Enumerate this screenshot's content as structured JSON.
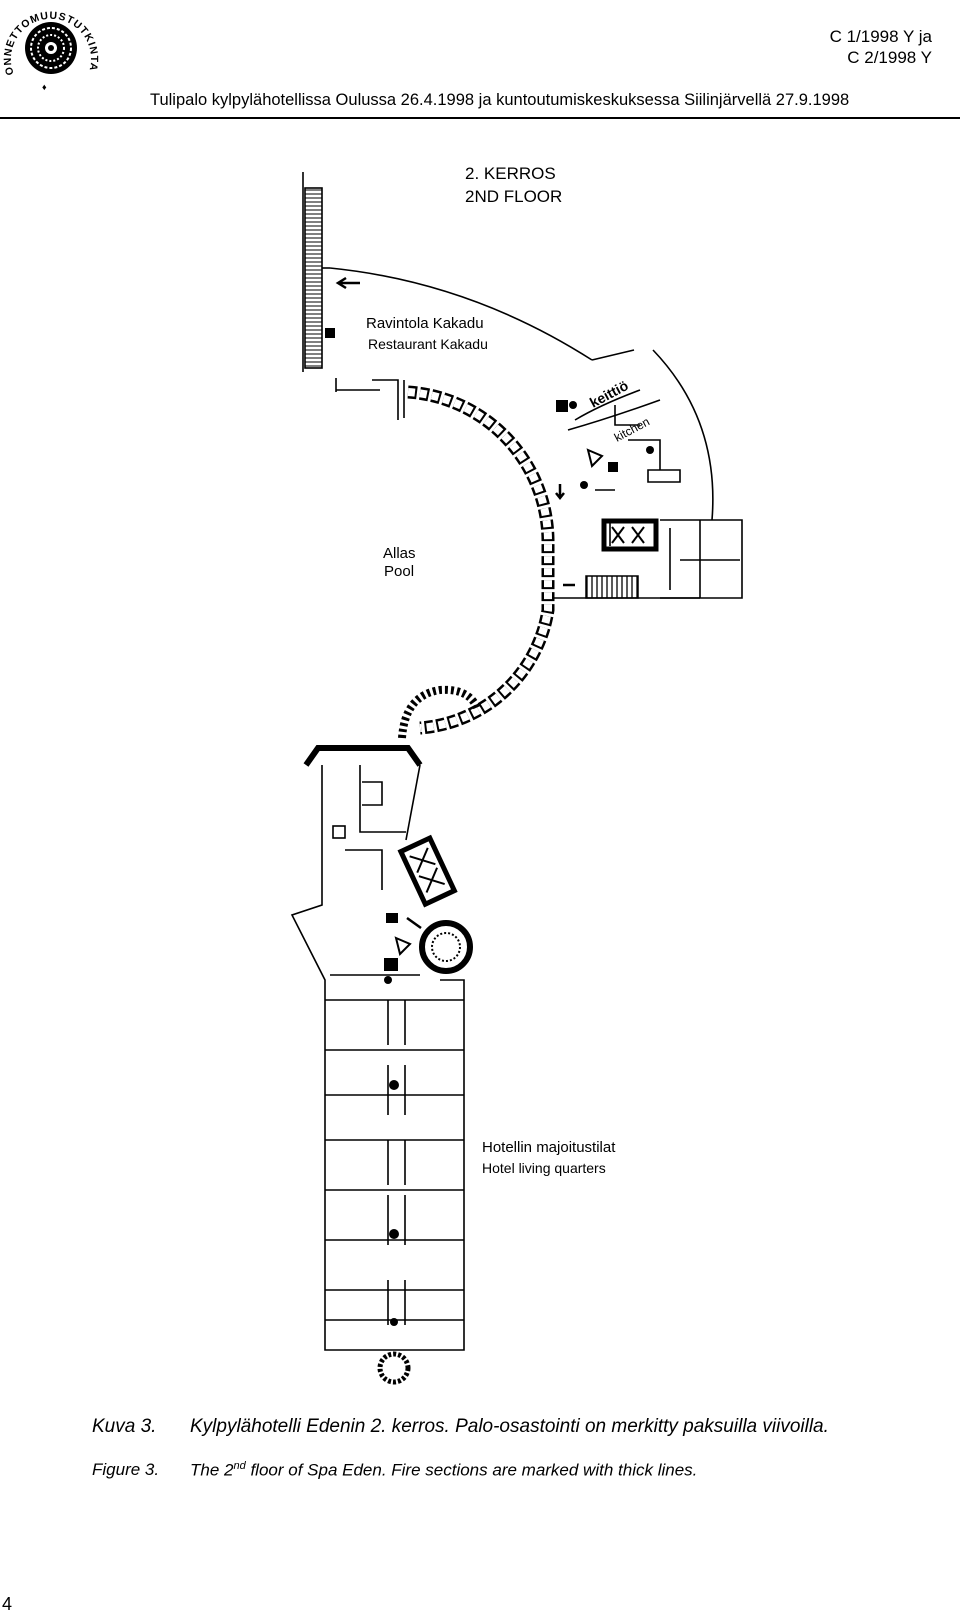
{
  "header": {
    "logo_text": "ONNETTOMUUSTUTKINTAKESKUS",
    "ref_line1": "C 1/1998 Y ja",
    "ref_line2": "C 2/1998 Y",
    "title": "Tulipalo kylpylähotellissa Oulussa 26.4.1998 ja kuntoutumiskeskuksessa Siilinjärvellä 27.9.1998"
  },
  "plan": {
    "floor_fi": "2. KERROS",
    "floor_en": "2ND FLOOR",
    "restaurant_fi": "Ravintola Kakadu",
    "restaurant_en": "Restaurant Kakadu",
    "kitchen_fi": "keittiö",
    "kitchen_en": "kitchen",
    "pool_fi": "Allas",
    "pool_en": "Pool",
    "hotel_fi": "Hotellin majoitustilat",
    "hotel_en": "Hotel living quarters"
  },
  "caption": {
    "fi_label": "Kuva 3.",
    "fi_text": "Kylpylähotelli Edenin 2. kerros. Palo-osastointi on merkitty paksuilla viivoilla.",
    "en_label": "Figure 3.",
    "en_pre": "The 2",
    "en_sup": "nd",
    "en_post": " floor of Spa Eden. Fire sections are marked with thick lines."
  },
  "page_number": "4"
}
